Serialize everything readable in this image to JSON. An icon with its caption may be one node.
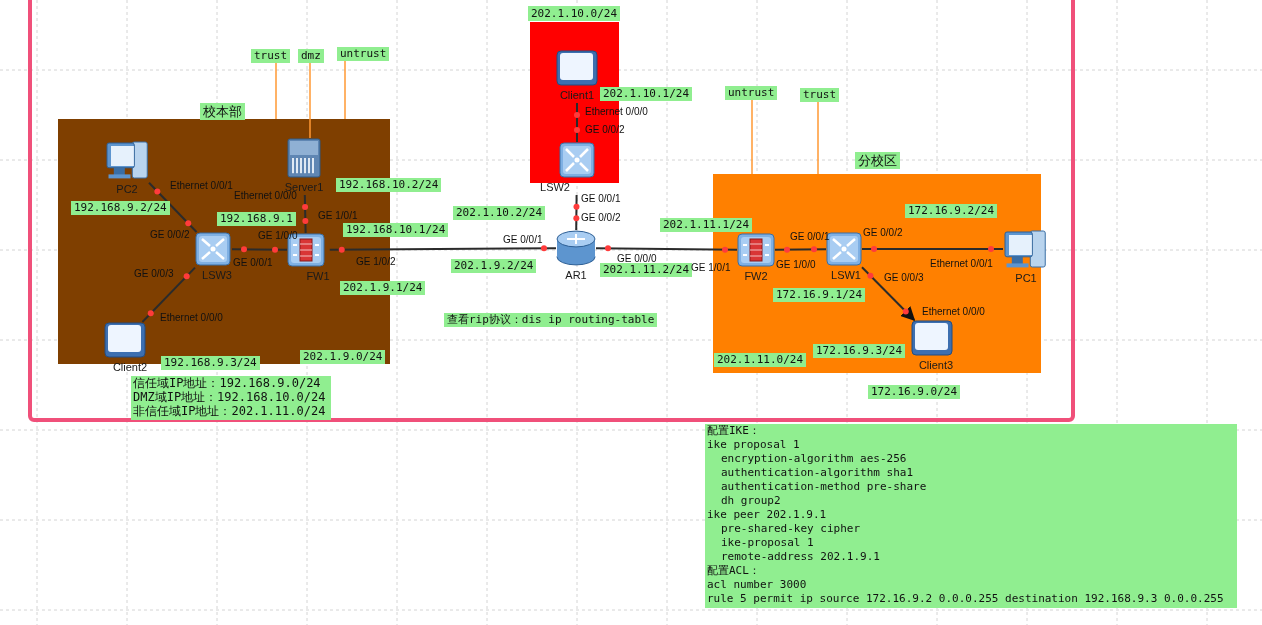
{
  "diagram": {
    "nodes": [
      {
        "text": [
          "校本部"
        ]
      },
      {
        "text": [
          "PC2"
        ],
        "in": 0
      },
      {
        "text": [
          "Server1"
        ],
        "in": 0
      },
      {
        "text": [
          "LSW3"
        ],
        "in": 0
      },
      {
        "text": [
          "FW1"
        ],
        "in": 0
      },
      {
        "text": [
          "Client2"
        ],
        "in": 0
      },
      {
        "text": [
          "202.1.10.0/24"
        ]
      },
      {
        "text": [
          "Client1"
        ],
        "in": 6
      },
      {
        "text": [
          "LSW2"
        ],
        "in": 6
      },
      {
        "text": [
          "AR1"
        ]
      },
      {
        "text": [
          "分校区"
        ]
      },
      {
        "text": [
          "FW2"
        ],
        "in": 10
      },
      {
        "text": [
          "LSW1"
        ],
        "in": 10
      },
      {
        "text": [
          "PC1"
        ],
        "in": 10
      },
      {
        "text": [
          "Client3"
        ],
        "in": 10
      },
      {
        "text": [
          "trust"
        ]
      },
      {
        "text": [
          "dmz"
        ]
      },
      {
        "text": [
          "untrust"
        ]
      },
      {
        "text": [
          "untrust"
        ]
      },
      {
        "text": [
          "trust"
        ]
      }
    ],
    "edges": [
      {
        "from": 1,
        "to": 3,
        "arrow": "none"
      },
      {
        "from": 3,
        "to": 5,
        "arrow": "none"
      },
      {
        "from": 3,
        "to": 4,
        "arrow": "none"
      },
      {
        "from": 2,
        "to": 4,
        "arrow": "none"
      },
      {
        "from": 4,
        "to": 9,
        "arrow": "none"
      },
      {
        "from": 7,
        "to": 8,
        "arrow": "none"
      },
      {
        "from": 8,
        "to": 9,
        "arrow": "none"
      },
      {
        "from": 9,
        "to": 11,
        "arrow": "none"
      },
      {
        "from": 11,
        "to": 12,
        "arrow": "none"
      },
      {
        "from": 12,
        "to": 13,
        "arrow": "none"
      },
      {
        "from": 12,
        "to": 14,
        "arrow": "to"
      },
      {
        "from": 15,
        "to": 0,
        "arrow": "none",
        "color": "#ff9933"
      },
      {
        "from": 16,
        "to": 2,
        "arrow": "none",
        "color": "#ff9933"
      },
      {
        "from": 17,
        "to": 0,
        "arrow": "none",
        "color": "#ff9933"
      },
      {
        "from": 18,
        "to": 10,
        "arrow": "none",
        "color": "#ff9933"
      },
      {
        "from": 19,
        "to": 10,
        "arrow": "none",
        "color": "#ff9933"
      }
    ],
    "labels": [
      "Ethernet 0/0/1",
      "192.168.9.2/24",
      "Ethernet 0/0/0",
      "192.168.10.2/24",
      "192.168.9.1",
      "GE 1/0/1",
      "192.168.10.1/24",
      "GE 0/0/2",
      "GE 1/0/0",
      "GE 0/0/1",
      "GE 1/0/2",
      "GE 0/0/3",
      "202.1.9.1/24",
      "Ethernet 0/0/0",
      "192.168.9.3/24",
      "202.1.9.0/24",
      "信任域IP地址：192.168.9.0/24",
      "DMZ域IP地址：192.168.10.0/24",
      "非信任域IP地址：202.1.11.0/24",
      "202.1.10.1/24",
      "Ethernet 0/0/0",
      "GE 0/0/2",
      "GE 0/0/1",
      "GE 0/0/2",
      "202.1.10.2/24",
      "GE 0/0/1",
      "GE 0/0/0",
      "202.1.9.2/24",
      "202.1.11.2/24",
      "查看rip协议：dis ip routing-table",
      "202.1.11.1/24",
      "GE 0/0/1",
      "GE 0/0/2",
      "172.16.9.2/24",
      "GE 1/0/1",
      "GE 1/0/0",
      "Ethernet 0/0/1",
      "GE 0/0/3",
      "172.16.9.1/24",
      "Ethernet 0/0/0",
      "172.16.9.3/24",
      "202.1.11.0/24",
      "172.16.9.0/24",
      "配置IKE：",
      "ike proposal 1",
      "encryption-algorithm aes-256",
      "authentication-algorithm sha1",
      "authentication-method pre-share",
      "dh group2",
      "ike peer 202.1.9.1",
      "pre-shared-key cipher",
      "ike-proposal 1",
      "remote-address 202.1.9.1",
      "配置ACL：",
      "acl number 3000",
      "rule 5 permit ip source 172.16.9.2 0.0.0.255 destination 192.168.9.3 0.0.0.255"
    ]
  }
}
